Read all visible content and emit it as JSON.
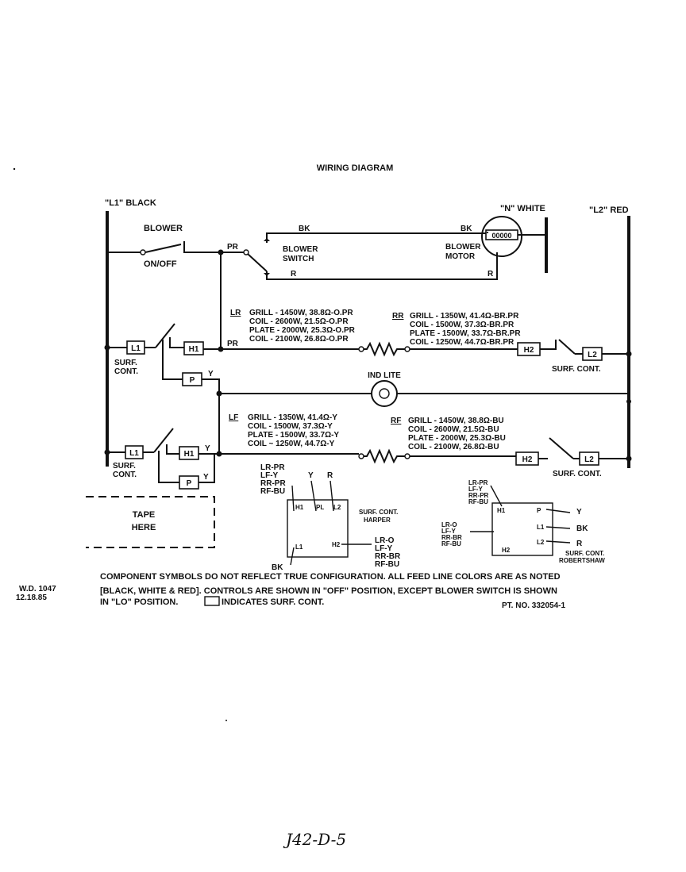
{
  "title": "WIRING DIAGRAM",
  "buses": {
    "l1": "\"L1\" BLACK",
    "neutral": "\"N\" WHITE",
    "l2": "\"L2\" RED"
  },
  "blower": {
    "label": "BLOWER",
    "onoff": "ON/OFF",
    "switch_line1": "BLOWER",
    "switch_line2": "SWITCH",
    "motor_line1": "BLOWER",
    "motor_line2": "MOTOR",
    "wire_bk_1": "BK",
    "wire_bk_2": "BK",
    "wire_r_1": "R",
    "wire_r_2": "R",
    "wire_pr": "PR",
    "motor_winding": "00000"
  },
  "terminals": {
    "l1": "L1",
    "h1": "H1",
    "h2": "H2",
    "l2": "L2",
    "p": "P"
  },
  "wire_labels": {
    "pr": "PR",
    "y": "Y"
  },
  "surf_cont": {
    "line1": "SURF.",
    "line2": "CONT.",
    "right": "SURF. CONT."
  },
  "ind_lite": "IND LITE",
  "elements": {
    "lr": {
      "tag": "LR",
      "rows": [
        "GRILL - 1450W, 38.8Ω-O.PR",
        "COIL  - 2600W, 21.5Ω-O.PR",
        "PLATE - 2000W, 25.3Ω-O.PR",
        "COIL  - 2100W, 26.8Ω-O.PR"
      ]
    },
    "rr": {
      "tag": "RR",
      "rows": [
        "GRILL  - 1350W, 41.4Ω-BR.PR",
        "COIL   - 1500W, 37.3Ω-BR.PR",
        "PLATE  - 1500W, 33.7Ω-BR.PR",
        "COIL   - 1250W, 44.7Ω-BR.PR"
      ]
    },
    "lf": {
      "tag": "LF",
      "rows": [
        "GRILL - 1350W, 41.4Ω-Y",
        "COIL  - 1500W, 37.3Ω-Y",
        "PLATE - 1500W, 33.7Ω-Y",
        "COIL  ~ 1250W, 44.7Ω-Y"
      ]
    },
    "rf": {
      "tag": "RF",
      "rows": [
        "GRILL - 1450W, 38.8Ω-BU",
        "COIL  - 2600W, 21.5Ω-BU",
        "PLATE - 2000W, 25.3Ω-BU",
        "COIL  - 2100W, 26.8Ω-BU"
      ]
    }
  },
  "tape": {
    "line1": "TAPE",
    "line2": "HERE"
  },
  "harper": {
    "label1": "SURF. CONT.",
    "label2": "HARPER",
    "in_labels": [
      "LR-PR",
      "LF-Y",
      "RR-PR",
      "RF-BU"
    ],
    "top_wires": [
      "Y",
      "R"
    ],
    "terms": [
      "H1",
      "PL",
      "L2",
      "L1",
      "H2"
    ],
    "out_labels": [
      "LR-O",
      "LF-Y",
      "RR-BR",
      "RF-BU"
    ],
    "bk": "BK"
  },
  "robertshaw": {
    "label1": "SURF. CONT.",
    "label2": "ROBERTSHAW",
    "in_labels": [
      "LR-PR",
      "LF-Y",
      "RR-PR",
      "RF-BU"
    ],
    "terms": [
      "H1",
      "P",
      "L1",
      "L2",
      "H2"
    ],
    "side_in": [
      "LR-O",
      "LF-Y",
      "RR-BR",
      "RF-BU"
    ],
    "out_wires": [
      "Y",
      "BK",
      "R"
    ]
  },
  "notes": {
    "wd": "W.D. 1047",
    "date": "12.18.85",
    "line1": "COMPONENT SYMBOLS DO NOT REFLECT TRUE CONFIGURATION.  ALL FEED LINE COLORS ARE AS NOTED",
    "line2": "[BLACK, WHITE & RED].  CONTROLS ARE SHOWN IN \"OFF\" POSITION, EXCEPT BLOWER SWITCH IS SHOWN",
    "line3a": "IN \"LO\" POSITION.",
    "line3b": "INDICATES  SURF. CONT.",
    "part": "PT. NO. 332054-1"
  },
  "handwritten": "J42-D-5"
}
